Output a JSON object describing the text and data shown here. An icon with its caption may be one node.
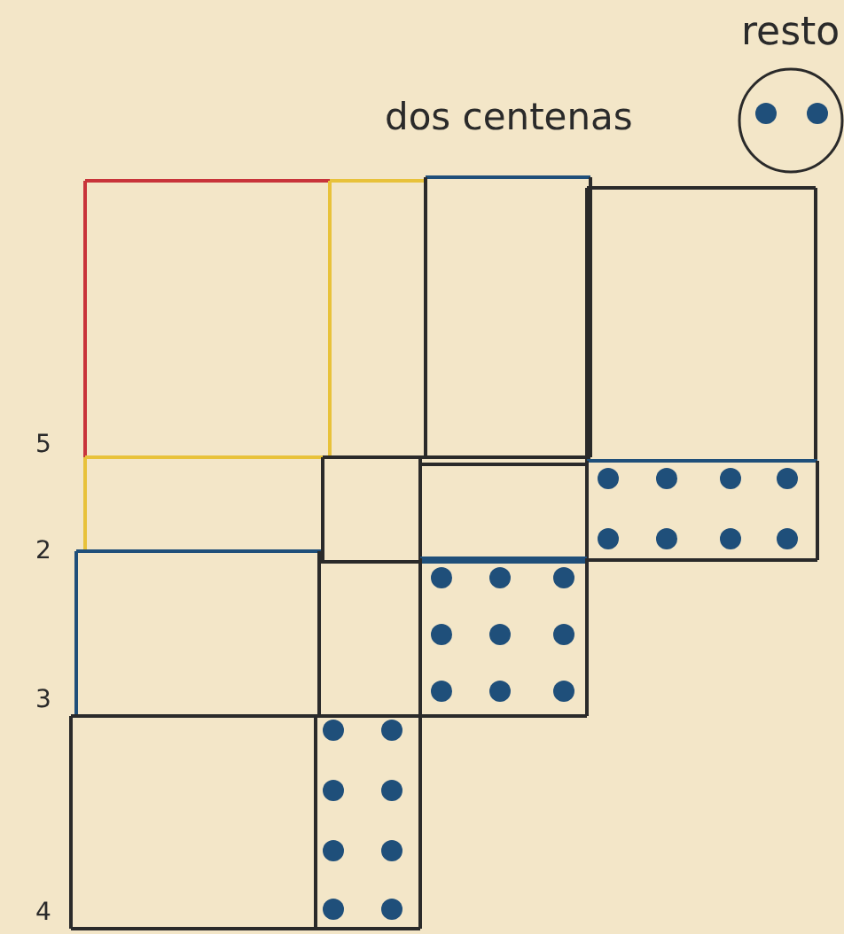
{
  "diagram": {
    "labels": [
      "resto",
      "dos centenas",
      "5",
      "2",
      "3",
      "4"
    ]
  }
}
